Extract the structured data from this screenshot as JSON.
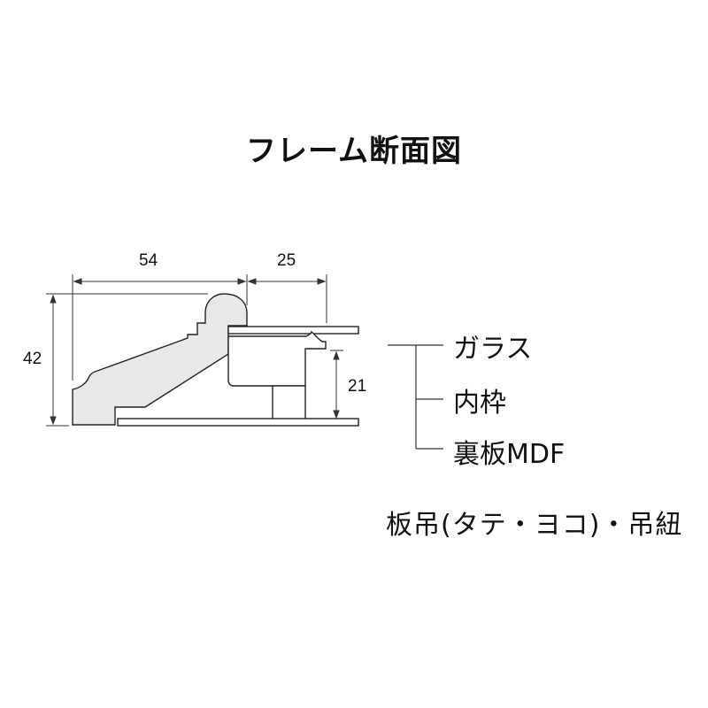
{
  "title": "フレーム断面図",
  "dimensions": {
    "width_profile": "54",
    "width_rebate": "25",
    "height_total": "42",
    "height_inner": "21"
  },
  "parts": [
    {
      "label": "ガラス"
    },
    {
      "label": "内枠"
    },
    {
      "label": "裏板MDF"
    }
  ],
  "note": "板吊(タテ・ヨコ)・吊紐",
  "colors": {
    "profile_fill": "#e8e8ea",
    "line": "#222222",
    "background": "#ffffff"
  }
}
